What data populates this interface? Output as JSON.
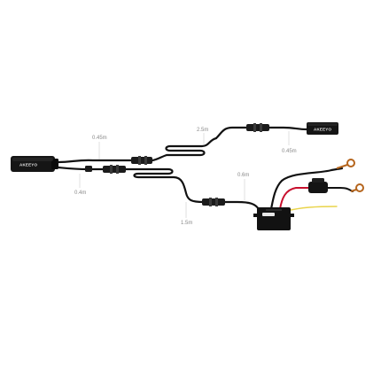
{
  "product": {
    "camera_brand_front": "AKEEYO",
    "camera_brand_rear": "AKEEYO"
  },
  "cable_lengths": {
    "front_to_junction": "0.45m",
    "front_lower": "0.4m",
    "rear_main": "2.5m",
    "rear_short": "0.45m",
    "to_converter": "1.5m",
    "converter_lead": "0.6m"
  },
  "colors": {
    "background": "#ffffff",
    "cable": "#111111",
    "red_wire": "#c8102e",
    "yellow_wire": "#e9d44a",
    "label_gray": "#8a8a8a",
    "ring_terminal": "#b5651d"
  }
}
